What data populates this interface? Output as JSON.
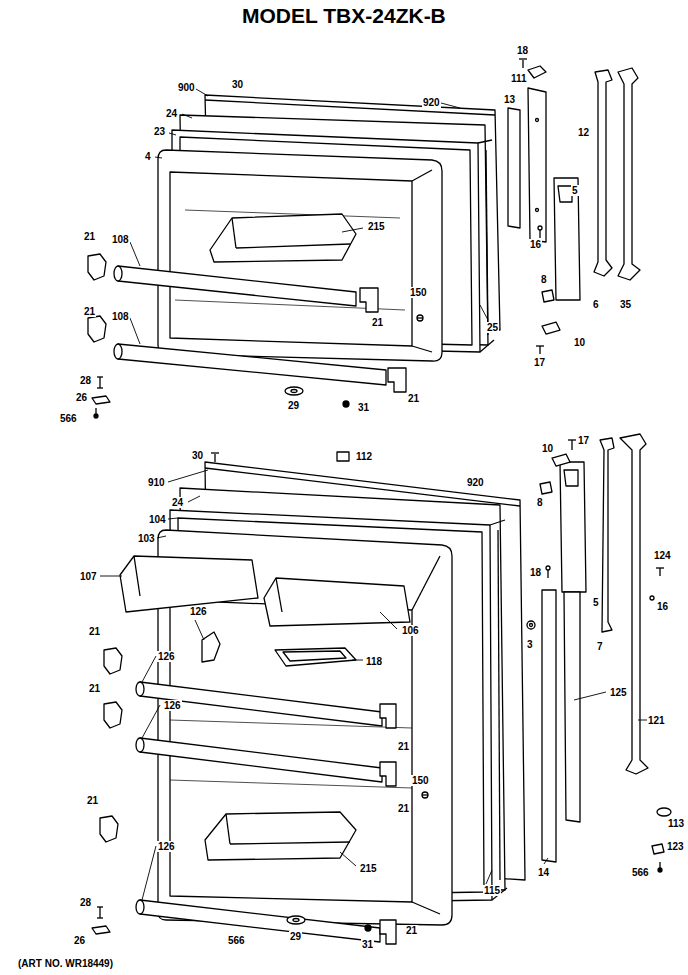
{
  "diagram": {
    "title": "MODEL TBX-24ZK-B",
    "labels": [
      "18",
      "111",
      "900",
      "30",
      "920",
      "13",
      "24",
      "12",
      "23",
      "4",
      "5",
      "215",
      "16",
      "108",
      "21",
      "8",
      "150",
      "6",
      "35",
      "21",
      "21",
      "108",
      "25",
      "10",
      "17",
      "28",
      "21",
      "26",
      "29",
      "31",
      "566",
      "30",
      "112",
      "17",
      "10",
      "920",
      "8",
      "910",
      "24",
      "104",
      "103",
      "124",
      "107",
      "18",
      "5",
      "16",
      "126",
      "106",
      "3",
      "7",
      "21",
      "126",
      "118",
      "125",
      "21",
      "126",
      "21",
      "121",
      "150",
      "21",
      "113",
      "21",
      "126",
      "215",
      "14",
      "123",
      "566",
      "115",
      "28",
      "21",
      "29",
      "26",
      "566",
      "31",
      "(ART NO. WR18449)"
    ]
  }
}
